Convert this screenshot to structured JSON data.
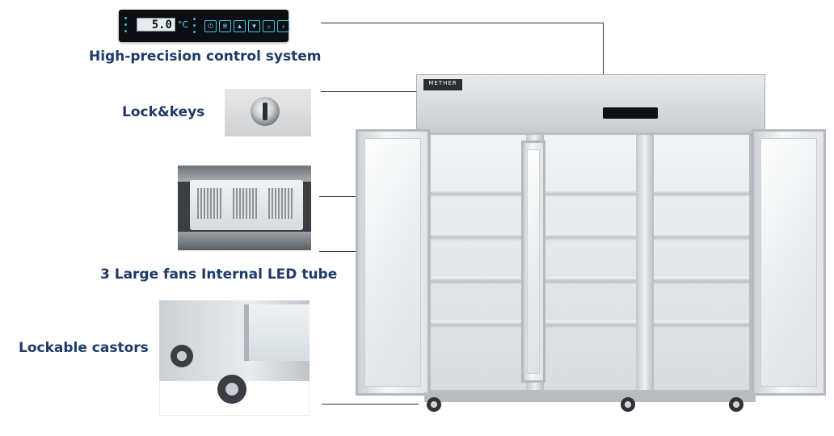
{
  "callouts": {
    "control_system": "High-precision control system",
    "lock_keys": "Lock&keys",
    "fans_led": "3 Large fans Internal LED tube",
    "castors": "Lockable castors"
  },
  "control_panel": {
    "temperature": "5.0",
    "unit": "°C"
  },
  "brand_logo": "METHER"
}
